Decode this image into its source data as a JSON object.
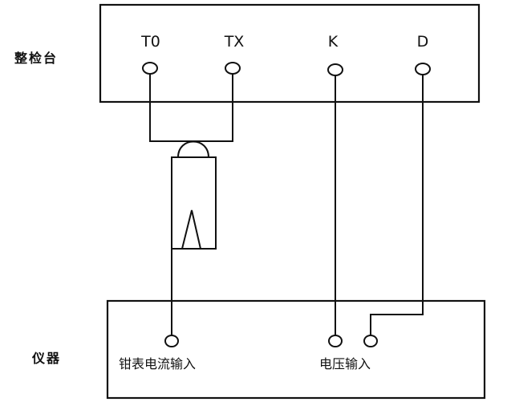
{
  "labels": {
    "bench": "整检台",
    "instrument": "仪器"
  },
  "terminals": {
    "t0": "T0",
    "tx": "TX",
    "k": "K",
    "d": "D"
  },
  "instrument_inputs": {
    "clamp_current": "钳表电流输入",
    "voltage": "电压输入"
  },
  "colors": {
    "line": "#111111",
    "background": "#ffffff"
  }
}
